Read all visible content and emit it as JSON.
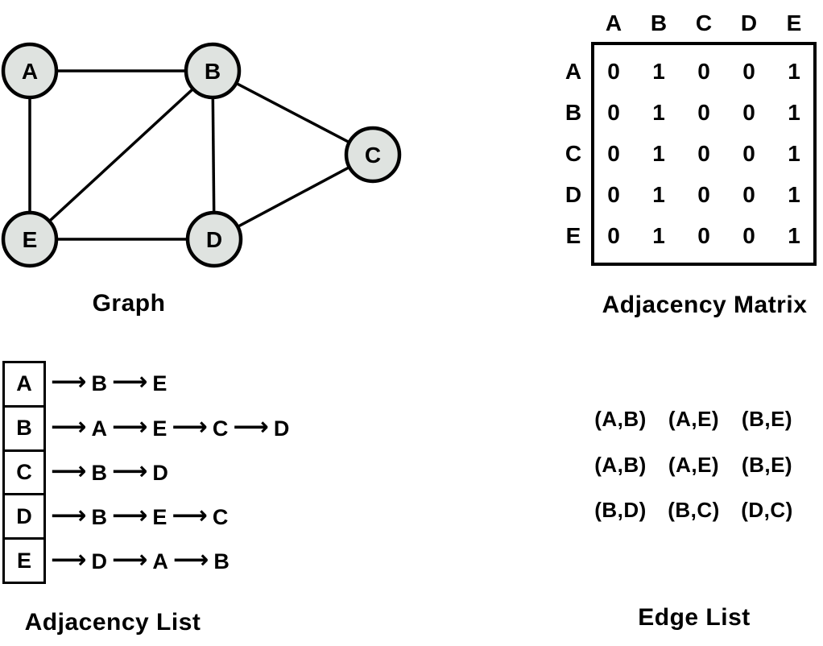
{
  "colors": {
    "node_fill": "#dfe3e0",
    "stroke": "#000000",
    "background": "#ffffff"
  },
  "icons": {
    "arrow": "⟶"
  },
  "graph_panel": {
    "title": "Graph",
    "nodes": [
      {
        "id": "A",
        "label": "A"
      },
      {
        "id": "B",
        "label": "B"
      },
      {
        "id": "C",
        "label": "C"
      },
      {
        "id": "D",
        "label": "D"
      },
      {
        "id": "E",
        "label": "E"
      }
    ],
    "edges": [
      "A-B",
      "A-E",
      "B-E",
      "B-C",
      "B-D",
      "E-D",
      "D-C"
    ]
  },
  "matrix_panel": {
    "title": "Adjacency Matrix",
    "col_headers": [
      "A",
      "B",
      "C",
      "D",
      "E"
    ],
    "row_headers": [
      "A",
      "B",
      "C",
      "D",
      "E"
    ],
    "rows": [
      [
        "0",
        "1",
        "0",
        "0",
        "1"
      ],
      [
        "0",
        "1",
        "0",
        "0",
        "1"
      ],
      [
        "0",
        "1",
        "0",
        "0",
        "1"
      ],
      [
        "0",
        "1",
        "0",
        "0",
        "1"
      ],
      [
        "0",
        "1",
        "0",
        "0",
        "1"
      ]
    ]
  },
  "adjacency_list_panel": {
    "title": "Adjacency List",
    "rows": [
      {
        "node": "A",
        "neighbors": [
          "B",
          "E"
        ]
      },
      {
        "node": "B",
        "neighbors": [
          "A",
          "E",
          "C",
          "D"
        ]
      },
      {
        "node": "C",
        "neighbors": [
          "B",
          "D"
        ]
      },
      {
        "node": "D",
        "neighbors": [
          "B",
          "E",
          "C"
        ]
      },
      {
        "node": "E",
        "neighbors": [
          "D",
          "A",
          "B"
        ]
      }
    ]
  },
  "edge_list_panel": {
    "title": "Edge List",
    "rows": [
      [
        "(A,B)",
        "(A,E)",
        "(B,E)"
      ],
      [
        "(A,B)",
        "(A,E)",
        "(B,E)"
      ],
      [
        "(B,D)",
        "(B,C)",
        "(D,C)"
      ]
    ]
  }
}
